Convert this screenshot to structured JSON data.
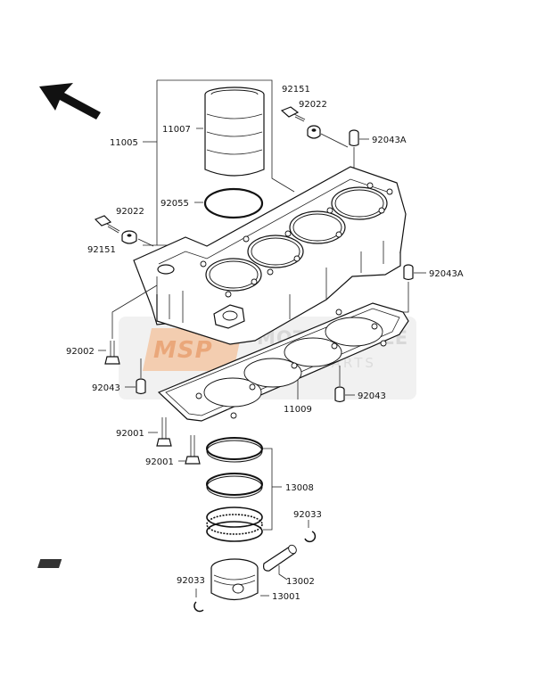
{
  "watermark": {
    "logo_text": "MSP",
    "line1": "MOTORCYCLE",
    "line2": "SPARE PARTS"
  },
  "labels": {
    "cylinder_block": "11005",
    "cylinder_sleeve": "11007",
    "o_ring": "92055",
    "bolt_top": "92151",
    "washer_top": "92022",
    "dowel_top_right": "92043A",
    "washer_left": "92022",
    "bolt_left": "92151",
    "dowel_right": "92043A",
    "stud_bolt": "92002",
    "dowel_left": "92043",
    "gasket": "11009",
    "dowel_bottom_right": "92043",
    "stud_a": "92001",
    "stud_b": "92001",
    "ring_set": "13008",
    "circlip_right": "92033",
    "piston_pin": "13002",
    "circlip_left": "92033",
    "piston": "13001"
  }
}
